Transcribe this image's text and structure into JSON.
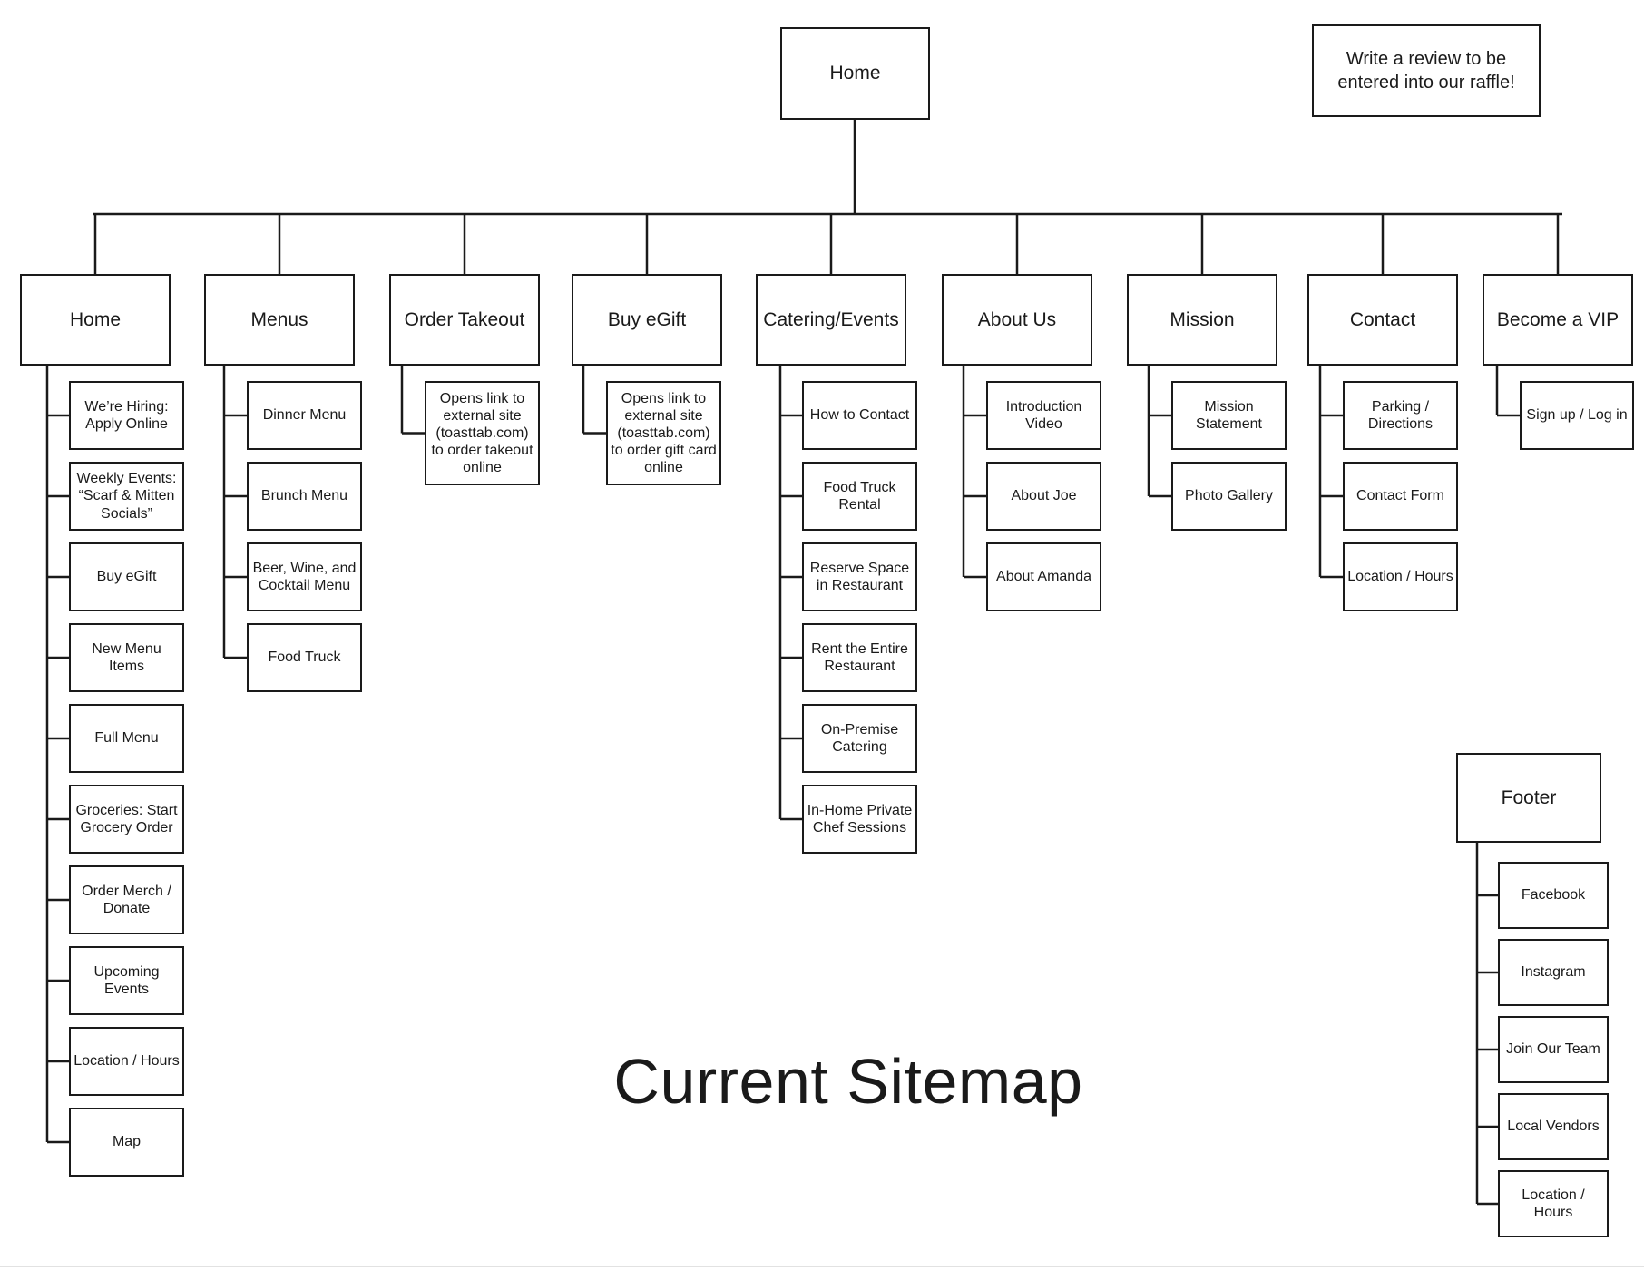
{
  "title": "Current Sitemap",
  "note": "Write a review to be entered into our raffle!",
  "root": "Home",
  "sections": [
    {
      "label": "Home",
      "children": [
        "We’re Hiring: Apply Online",
        "Weekly Events: “Scarf & Mitten Socials”",
        "Buy eGift",
        "New Menu Items",
        "Full Menu",
        "Groceries: Start Grocery Order",
        "Order Merch / Donate",
        "Upcoming Events",
        "Location / Hours",
        "Map"
      ]
    },
    {
      "label": "Menus",
      "children": [
        "Dinner Menu",
        "Brunch Menu",
        "Beer, Wine, and Cocktail Menu",
        "Food Truck"
      ]
    },
    {
      "label": "Order Takeout",
      "children": [
        "Opens link to external site (toasttab.com) to order takeout online"
      ]
    },
    {
      "label": "Buy eGift",
      "children": [
        "Opens link to external site (toasttab.com) to order gift card online"
      ]
    },
    {
      "label": "Catering/Events",
      "children": [
        "How to Contact",
        "Food Truck Rental",
        "Reserve Space in Restaurant",
        "Rent the Entire Restaurant",
        "On-Premise Catering",
        "In-Home Private Chef Sessions"
      ]
    },
    {
      "label": "About Us",
      "children": [
        "Introduction Video",
        "About Joe",
        "About Amanda"
      ]
    },
    {
      "label": "Mission",
      "children": [
        "Mission Statement",
        "Photo Gallery"
      ]
    },
    {
      "label": "Contact",
      "children": [
        "Parking / Directions",
        "Contact Form",
        "Location / Hours"
      ]
    },
    {
      "label": "Become a VIP",
      "children": [
        "Sign up / Log in"
      ]
    }
  ],
  "footer": {
    "label": "Footer",
    "children": [
      "Facebook",
      "Instagram",
      "Join Our Team",
      "Local Vendors",
      "Location / Hours"
    ]
  }
}
